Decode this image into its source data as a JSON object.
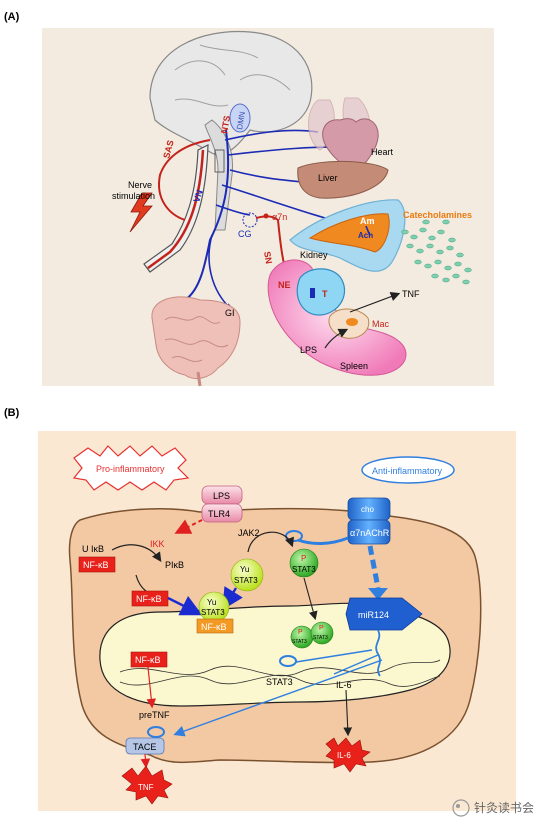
{
  "panel_a": {
    "tag": "(A)",
    "labels": {
      "nts": "NTS",
      "dmn": "DMN",
      "heart": "Heart",
      "liver": "Liver",
      "sas": "SAS",
      "nerve_stim_1": "Nerve",
      "nerve_stim_2": "stimulation",
      "vn": "VN",
      "a7n": "α7n",
      "cg": "CG",
      "am": "Am",
      "ach": "Ach",
      "catecholamines": "Catecholamines",
      "kidney": "Kidney",
      "sn": "SN",
      "ne": "NE",
      "t": "T",
      "tnf": "TNF",
      "gi": "GI",
      "lps": "LPS",
      "mac": "Mac",
      "spleen": "Spleen"
    }
  },
  "panel_b": {
    "tag": "(B)",
    "labels": {
      "pro_inflammatory": "Pro-inflammatory",
      "anti_inflammatory": "Anti-inflammatory",
      "lps": "LPS",
      "tlr4": "TLR4",
      "jak2": "JAK2",
      "cho": "cho",
      "a7nachr": "α7nAChR",
      "ikk": "IKK",
      "u_ikb": "U IκB",
      "p_ikb": "PIκB",
      "nfkb": "NF-κB",
      "yu": "Yu",
      "stat3": "STAT3",
      "p": "P",
      "mir124": "miR124",
      "il6": "IL-6",
      "pretnf": "preTNF",
      "tace": "TACE",
      "tnf": "TNF"
    }
  },
  "watermark": "针灸读书会",
  "colors": {
    "panel_a_bg": "#f3ebe0",
    "panel_b_bg": "#fbe8d2",
    "cell_fill": "#f3c9a3",
    "nucleus_fill": "#fbf7cf",
    "nerve_blue": "#1b2bb5",
    "nerve_red": "#c4231b",
    "nfkb_red": "#e8221a",
    "stat3_green": "#3dbb2f",
    "receptor_blue": "#2f7fe0"
  }
}
